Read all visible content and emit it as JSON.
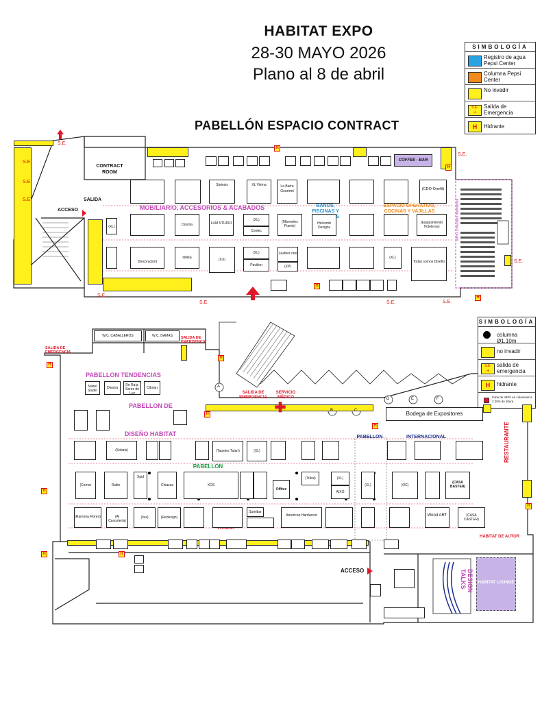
{
  "header": {
    "title": "HABITAT EXPO",
    "dates": "28-30 MAYO 2026",
    "subtitle": "Plano al 8 de abril"
  },
  "legend_top": {
    "heading": "SIMBOLOGÍA",
    "items": [
      {
        "label": "Registro de agua Pepsi Center",
        "color": "#29a3e3"
      },
      {
        "label": "Columna Pepsi Center",
        "color": "#f08a1c"
      },
      {
        "label": "No invadir",
        "color": "#ffef1a"
      },
      {
        "label": "Salida de Emergencia",
        "color": "#ffef1a"
      },
      {
        "label": "Hidrante",
        "color": "#ffef1a"
      }
    ]
  },
  "legend_bottom": {
    "heading": "SIMBOLOGÍA",
    "items": [
      {
        "label": "columna Ø1.10m",
        "color": "#000000"
      },
      {
        "label": "no invadir",
        "color": "#ffef1a"
      },
      {
        "label": "salida de emergencia",
        "color": "#ffef1a"
      },
      {
        "label": "hidrante",
        "color": "#ffef1a"
      },
      {
        "label": "toma de 440V en columnas a 2.20m de altura",
        "color": "#e0162b"
      }
    ]
  },
  "contract": {
    "title": "PABELLÓN ESPACIO CONTRACT",
    "contract_room": "CONTRACT ROOM",
    "salida": "SALIDA",
    "acceso": "ACCESO",
    "coffee_bar": "COFFEE - BAR",
    "se": "S.E.",
    "zones": [
      {
        "label": "MOBILIARIO, ACCESORIOS & ACABADOS",
        "color": "#c248b8"
      },
      {
        "label": "BAÑOS, PISCINAS Y GIMNASIOS",
        "color": "#2a8fd6"
      },
      {
        "label": "ESPACIO OPERATIVO, COCINAS Y VAJILLAS",
        "color": "#f08a1c"
      }
    ],
    "booths": [
      "Sintesis",
      "XL Vitrina",
      "La Barra Gourmet",
      "(CDO-Onefit)",
      "(XL)",
      "Dosma",
      "LUM STUDIO",
      "(XL)",
      "(Mármoles Puerto)",
      "Holcomb Designs",
      "(Equipamiento Hoteleros)",
      "(XL)",
      "Contec",
      "(Decoración)",
      "Idelka",
      "(XX)",
      "(XL)",
      "Pavilion",
      "Leather one",
      "(XP)",
      "(XL)",
      "Todas somos Diseño"
    ],
    "stage_label": "ESCENARIO CONTRACT TALKS"
  },
  "main_hall": {
    "wc_caballeros": "W.C. CABALLEROS",
    "wc_damas": "W.C. DAMAS",
    "salida_emergencia": "SALIDA DE EMERGENCIA",
    "servicio_medico": "SERVICIO MÉDICO",
    "bodega": "Bodega de Expositores",
    "restaurante": "RESTAURANTE",
    "acceso": "ACCESO",
    "habitat_autor": "HABITAT DE AUTOR",
    "design_talks": "DESIGN TALKS",
    "habitat_lounge": "HABITAT LOUNGE",
    "pabellon_tendencias": "PABELLON TENDENCIAS",
    "pabellon_diseno_1": "PABELLON DE",
    "pabellon_diseno_2": "DISEÑO HABITAT",
    "pabellon_italia_1": "PABELLON",
    "pabellon_italia_2": "ITALIA",
    "pabellon_internacional_1": "PABELLON",
    "pabellon_internacional_2": "INTERNACIONAL",
    "columns": [
      "A",
      "B",
      "C",
      "D",
      "E",
      "F"
    ],
    "tendencias_booths": [
      "Nattel Studio",
      "Diestra",
      "De Raíz, Seres de Luz",
      "Cibrian"
    ],
    "booths": [
      "(Solaris)",
      "(Tapetes Tulan)",
      "(XL)",
      "(Corner Flores)",
      "Rialto",
      "Xpid",
      "XOS",
      "(Trikal)",
      "(XL)",
      "AIXO",
      "(XL)",
      "(OC)",
      "(CASA BASTER)",
      "(Ramona Flores)",
      "(Al Cancelería)",
      "(Ilux)",
      "(Redesign)",
      "Sumibar",
      "American Hardwood",
      "Wood ART",
      "(CASA CASTER)",
      "Offitec",
      "Chiazza"
    ]
  },
  "colors": {
    "yellow": "#ffef1a",
    "red": "#e0162b",
    "magenta": "#c248b8",
    "pink_zone": "#c8b3e6",
    "blue": "#2a8fd6",
    "orange": "#f08a1c",
    "green": "#1a9a3a",
    "navy": "#1e2f8a"
  }
}
